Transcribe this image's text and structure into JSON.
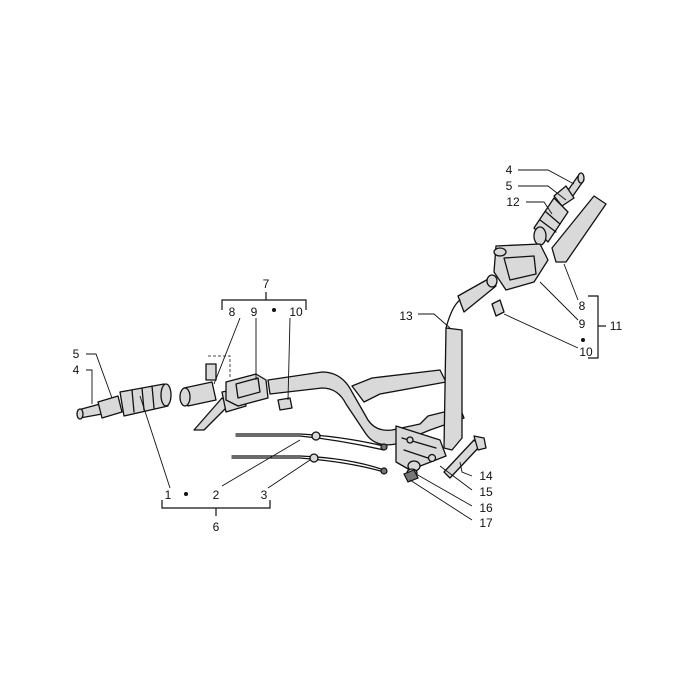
{
  "callouts": {
    "l5": "5",
    "l4": "4",
    "r4": "4",
    "r5": "5",
    "r12": "12",
    "g7": "7",
    "g8": "8",
    "g9": "9",
    "g10": "10",
    "l13": "13",
    "b1": "1",
    "b2": "2",
    "b3": "3",
    "b6": "6",
    "r8": "8",
    "r9": "9",
    "r10": "10",
    "r11": "11",
    "c14": "14",
    "c15": "15",
    "c16": "16",
    "c17": "17"
  }
}
